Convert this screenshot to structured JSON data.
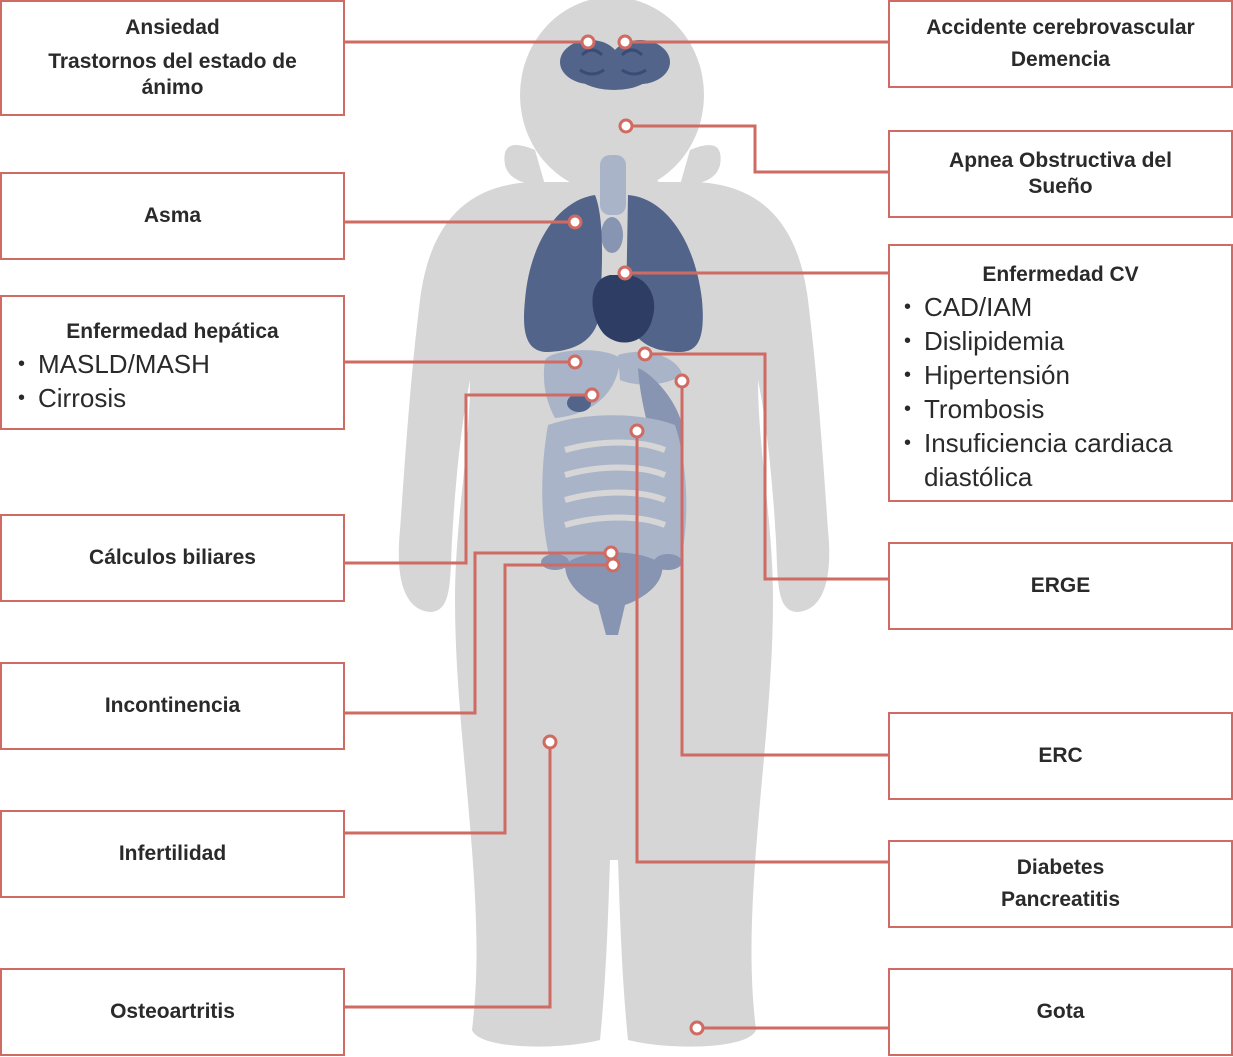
{
  "left_boxes": [
    {
      "id": "anxiety",
      "lines": [
        "Ansiedad",
        "Trastornos del estado de ánimo"
      ]
    },
    {
      "id": "asthma",
      "lines": [
        "Asma"
      ]
    },
    {
      "id": "liver",
      "title": "Enfermedad hepática",
      "items": [
        "MASLD/MASH",
        "Cirrosis"
      ]
    },
    {
      "id": "gallstones",
      "lines": [
        "Cálculos biliares"
      ]
    },
    {
      "id": "incontinence",
      "lines": [
        "Incontinencia"
      ]
    },
    {
      "id": "infertility",
      "lines": [
        "Infertilidad"
      ]
    },
    {
      "id": "osteoarthritis",
      "lines": [
        "Osteoartritis"
      ]
    }
  ],
  "right_boxes": [
    {
      "id": "stroke",
      "lines": [
        "Accidente cerebrovascular",
        "Demencia"
      ]
    },
    {
      "id": "osa",
      "lines": [
        "Apnea Obstructiva del Sueño"
      ]
    },
    {
      "id": "cvd",
      "title": "Enfermedad CV",
      "items": [
        "CAD/IAM",
        "Dislipidemia",
        "Hipertensión",
        "Trombosis",
        "Insuficiencia cardiaca diastólica"
      ]
    },
    {
      "id": "gerd",
      "lines": [
        "ERGE"
      ]
    },
    {
      "id": "ckd",
      "lines": [
        "ERC"
      ]
    },
    {
      "id": "diabetes",
      "lines": [
        "Diabetes",
        "Pancreatitis"
      ]
    },
    {
      "id": "gout",
      "lines": [
        "Gota"
      ]
    }
  ],
  "colors": {
    "accent": "#cf6b62",
    "silhouette": "#d6d6d6",
    "organ_dark": "#52648a",
    "organ_mid": "#8795b3",
    "organ_light": "#aab4c9",
    "text": "#2a2a2a"
  }
}
